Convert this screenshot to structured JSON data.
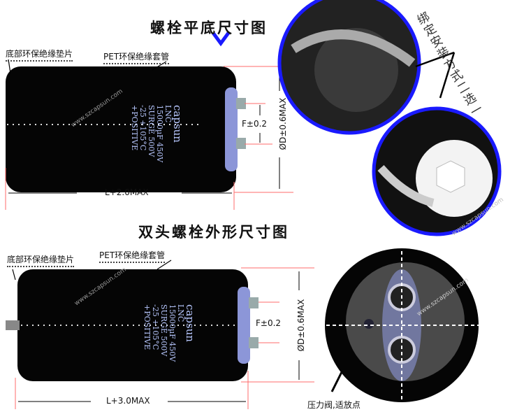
{
  "section1": {
    "title": "螺栓平底尺寸图",
    "label_bottom_pad": "底部环保绝缘垫片",
    "label_sleeve": "PET环保绝缘套管",
    "dim_f": "F±0.2",
    "dim_d": "ØD±0.6MAX",
    "dim_l": "L+2.0MAX",
    "binding_note": "绑定安装方式二选一"
  },
  "section2": {
    "title": "双头螺栓外形尺寸图",
    "label_bottom_pad": "底部环保绝缘垫片",
    "label_sleeve": "PET环保绝缘套管",
    "dim_f": "F±0.2",
    "dim_d": "ØD±0.6MAX",
    "dim_l": "L+3.0MAX",
    "vent_label": "压力阀,适放点"
  },
  "capacitor_label": {
    "brand": "capsun",
    "series": "LNC",
    "rating": "15000µF 450V",
    "surge": "SURGE 500V",
    "temp": "-25 +105°C",
    "polarity": "+POSITIVE"
  },
  "watermark": "www.szcapsun.com",
  "colors": {
    "accent_blue": "#1a1aff",
    "dim_red": "#ff6b6b",
    "body": "#050505",
    "terminal": "#8c96d8"
  }
}
